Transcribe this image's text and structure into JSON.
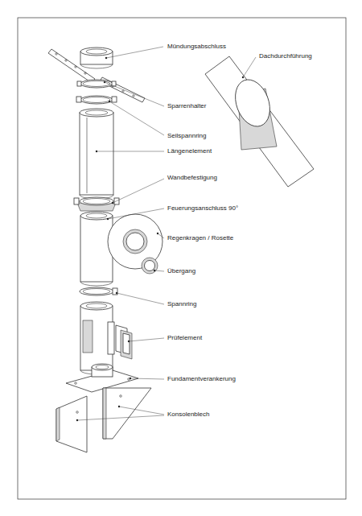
{
  "diagram": {
    "labels": [
      "Mündungsabschluss",
      "Dachdurchführung",
      "Sparrenhalter",
      "Seilspannring",
      "Längenelement",
      "Wandbefestigung",
      "Feuerungsanschluss 90°",
      "Regenkragen / Rosette",
      "Übergang",
      "Spannring",
      "Prüfelement",
      "Fundamentverankerung",
      "Konsolenblech"
    ]
  }
}
